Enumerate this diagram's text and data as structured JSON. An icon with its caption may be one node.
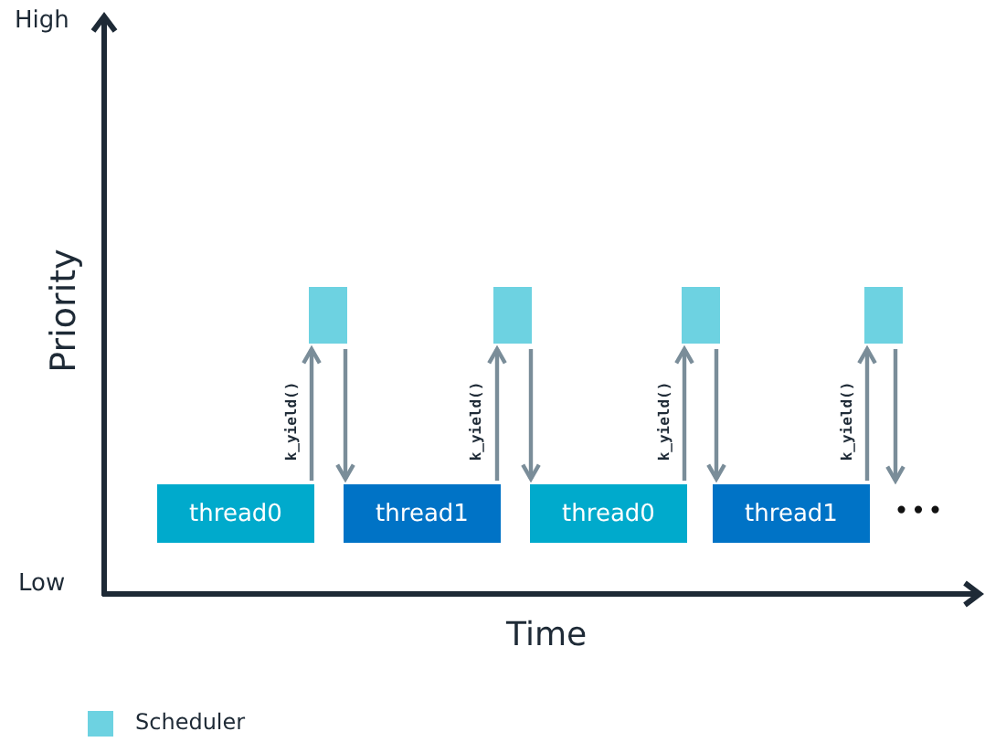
{
  "diagram": {
    "nodes": [
      {
        "text": [
          "thread0"
        ]
      },
      {
        "text": [
          "thread1"
        ]
      },
      {
        "text": [
          "thread0"
        ]
      },
      {
        "text": [
          "thread1"
        ]
      },
      {
        "text": [],
        "shape": "box"
      },
      {
        "text": [],
        "shape": "box"
      },
      {
        "text": [],
        "shape": "box"
      },
      {
        "text": [],
        "shape": "box"
      },
      {
        "text": [
          "•••"
        ]
      }
    ],
    "edges": [
      {
        "from": 0,
        "to": 4,
        "arrow": "to",
        "label": "k_yield()"
      },
      {
        "from": 4,
        "to": 1,
        "arrow": "to"
      },
      {
        "from": 1,
        "to": 5,
        "arrow": "to",
        "label": "k_yield()"
      },
      {
        "from": 5,
        "to": 2,
        "arrow": "to"
      },
      {
        "from": 2,
        "to": 6,
        "arrow": "to",
        "label": "k_yield()"
      },
      {
        "from": 6,
        "to": 3,
        "arrow": "to"
      },
      {
        "from": 3,
        "to": 7,
        "arrow": "to",
        "label": "k_yield()"
      },
      {
        "from": 7,
        "to": 8,
        "arrow": "to"
      }
    ],
    "labels": [
      "High",
      "Priority",
      "Low",
      "Time"
    ],
    "legend": [
      {
        "text": "Scheduler",
        "color": "#6dd2e1"
      }
    ]
  }
}
